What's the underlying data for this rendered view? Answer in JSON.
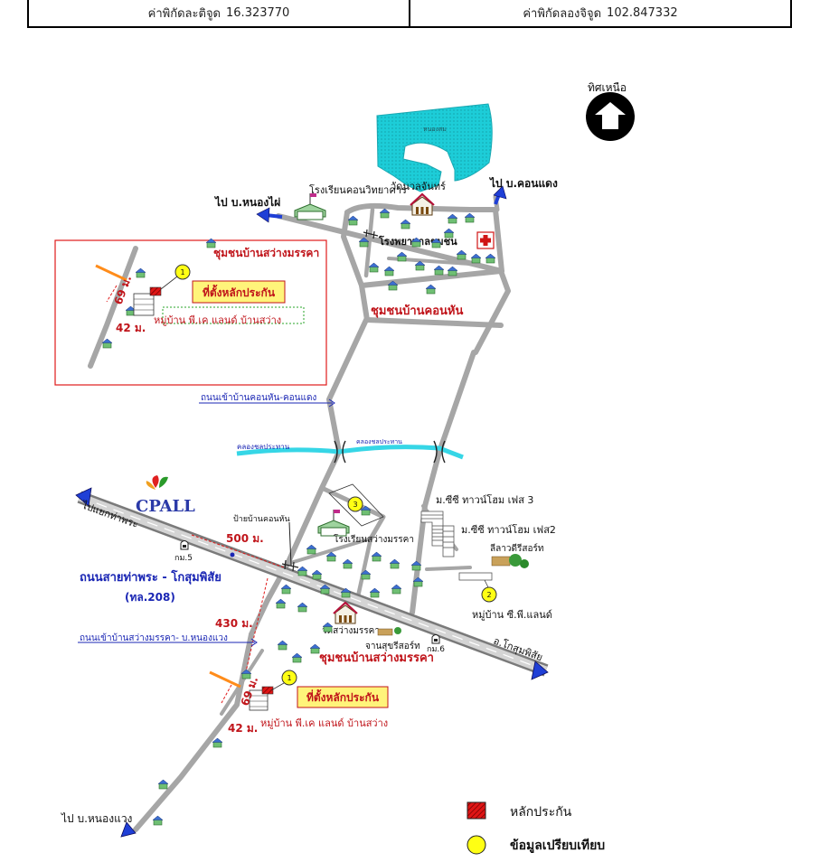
{
  "header": {
    "lat_label": "ค่าพิกัดละติจูด",
    "lat_value": "16.323770",
    "lon_label": "ค่าพิกัดลองจิจูด",
    "lon_value": "102.847332"
  },
  "north": {
    "label": "ทิศเหนือ"
  },
  "pond_label": "หนองสม",
  "places": {
    "to_nong_phai": "ไป บ.หนองไผ่",
    "to_khon_daeng": "ไป บ.คอนแดง",
    "school_khon_witthayakan": "โรงเรียนคอนวิทยาคาร",
    "wat_wanlachan": "วัดนวลจันทร์",
    "hospital": "โรงพยาบาลชุมชน",
    "community_khon_han": "ชุมชนบ้านคอนหัน",
    "road_khon_han_khon_daeng": "ถนนเข้าบ้านคอนหัน-คอนแดง",
    "canal_1": "คลองชลประทาน",
    "canal_2": "คลองชลประทาน",
    "cp_all": "CPALL",
    "to_tha_phra": "ไปแยกท่าพระ",
    "sign_khon_han": "ป้ายบ้านคอนหัน",
    "km5": "กม.5",
    "km6": "กม.6",
    "dist_500": "500 ม.",
    "main_road": "ถนนสายท่าพระ - โกสุมพิสัย",
    "main_road_code": "(ทล.208)",
    "dist_430": "430 ม.",
    "road_sawang": "ถนนเข้าบ้านสว่างมรรคา- บ.หนองแวง",
    "school_sawang": "โรงเรียนสว่างมรรคา",
    "wat_sawang": "วัดสว่างมรรคา",
    "resort_chan": "จานสุขรีสอร์ท",
    "community_sawang": "ชุมชนบ้านสว่างมรรคา",
    "to_kosum": "อ.โกสุมพิสัย",
    "village_cc3": "ม.ซีซี ทาวน์โฮม เฟส 3",
    "village_cc2": "ม.ซีซี ทาวน์โฮม เฟส2",
    "resort_lilawadee": "ลีลาวดีรีสอร์ท",
    "village_pd_land": "หมู่บ้าน ซี.พี.แลนด์",
    "dist_69": "69 ม.",
    "dist_42": "42 ม.",
    "collateral_site": "ที่ตั้งหลักประกัน",
    "village_pk_land": "หมู่บ้าน พี.เค แลนด์ บ้านสว่าง",
    "to_nong_waeng": "ไป บ.หนองแวง"
  },
  "inset": {
    "community": "ชุมชนบ้านสว่างมรรคา",
    "collateral_site": "ที่ตั้งหลักประกัน",
    "village": "หมู่บ้าน พี.เค แลนด์ บ้านสว่าง",
    "dist_69": "69 ม.",
    "dist_42": "42 ม."
  },
  "markers": {
    "m1": "1",
    "m2": "2",
    "m3": "3"
  },
  "legend": {
    "collateral": "หลักประกัน",
    "comparable": "ข้อมูลเปรียบเทียบ"
  },
  "colors": {
    "road": "#a6a6a6",
    "pond": "#1dcdd8",
    "canal": "#36d6e6",
    "label_red": "#c0141a",
    "label_blue": "#1a26b4",
    "arrow_blue": "#1f3fd6",
    "marker_yellow": "#ffff14",
    "highlight_box": "#fff47a"
  }
}
